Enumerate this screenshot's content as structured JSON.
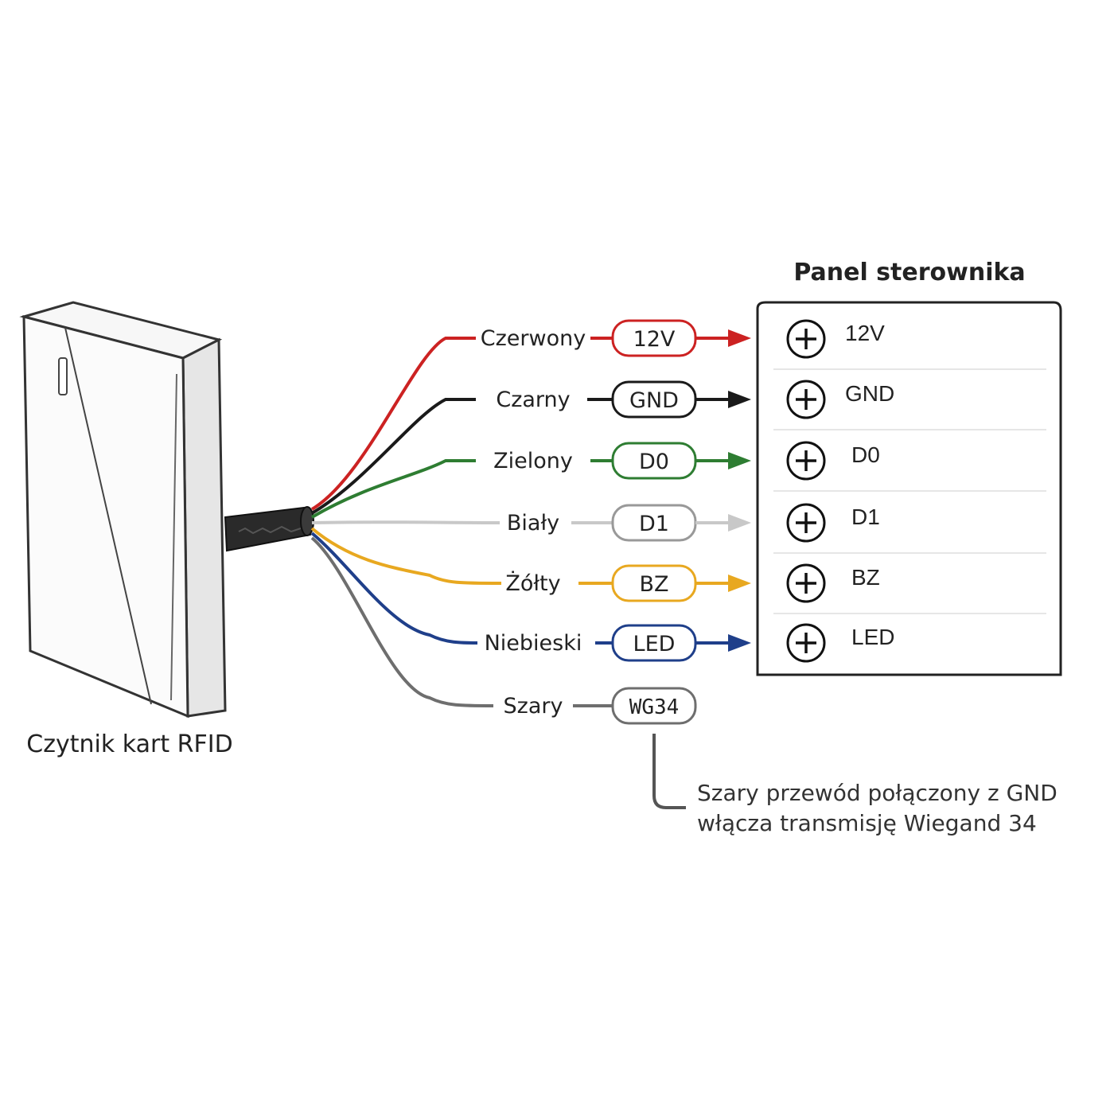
{
  "reader": {
    "caption": "Czytnik kart RFID"
  },
  "panel": {
    "title": "Panel sterownika",
    "terminals": [
      "12V",
      "GND",
      "D0",
      "D1",
      "BZ",
      "LED"
    ]
  },
  "wires": [
    {
      "label": "Czerwony",
      "pin": "12V",
      "color": "#cc2222",
      "to_panel": true
    },
    {
      "label": "Czarny",
      "pin": "GND",
      "color": "#1a1a1a",
      "to_panel": true
    },
    {
      "label": "Zielony",
      "pin": "D0",
      "color": "#2e7d32",
      "to_panel": true
    },
    {
      "label": "Biały",
      "pin": "D1",
      "color": "#c8c8c8",
      "to_panel": true
    },
    {
      "label": "Żółty",
      "pin": "BZ",
      "color": "#e8a820",
      "to_panel": true
    },
    {
      "label": "Niebieski",
      "pin": "LED",
      "color": "#1f3f8a",
      "to_panel": true
    },
    {
      "label": "Szary",
      "pin": "WG34",
      "color": "#6e6e6e",
      "to_panel": false
    }
  ],
  "note": {
    "line1": "Szary przewód połączony z GND",
    "line2": "włącza transmisję Wiegand 34"
  },
  "icons": {
    "terminal": "plus-circle-icon",
    "arrow": "arrow-right-icon"
  }
}
